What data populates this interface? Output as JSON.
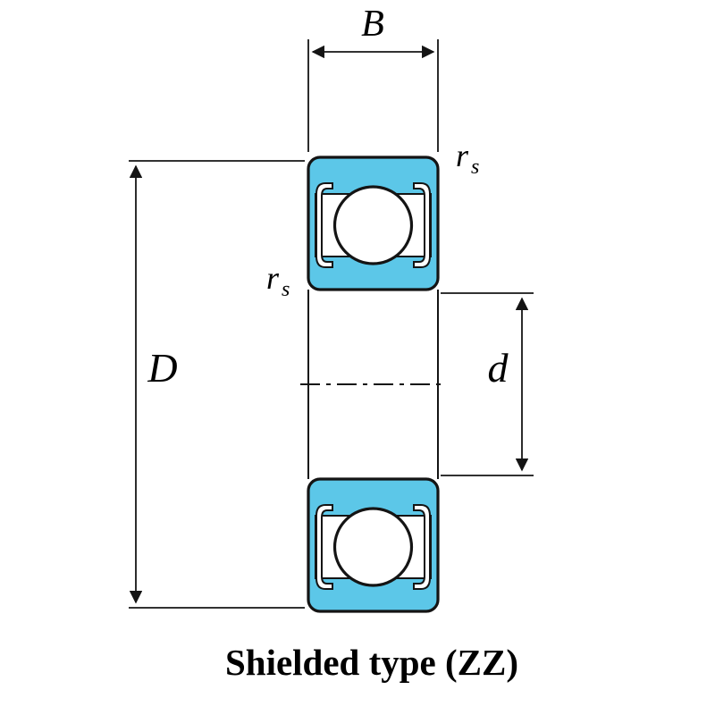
{
  "diagram": {
    "caption": "Shielded type (ZZ)",
    "labels": {
      "width": "B",
      "outer_diameter": "D",
      "bore_diameter": "d",
      "chamfer_radius": "r",
      "chamfer_radius_sub": "s"
    },
    "colors": {
      "ring_fill": "#5cc7e8",
      "outline": "#141414",
      "background": "#ffffff"
    }
  }
}
